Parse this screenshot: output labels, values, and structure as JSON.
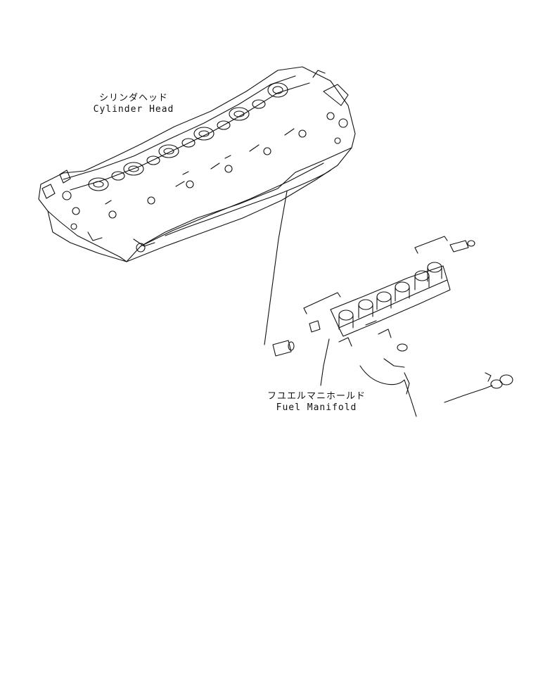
{
  "labels": {
    "cylinder_head": {
      "ja": "シリンダヘッド",
      "en": "Cylinder Head"
    },
    "fuel_manifold": {
      "ja": "フユエルマニホールド",
      "en": "Fuel Manifold"
    }
  },
  "colors": {
    "line": "#111111",
    "background": "#ffffff"
  }
}
